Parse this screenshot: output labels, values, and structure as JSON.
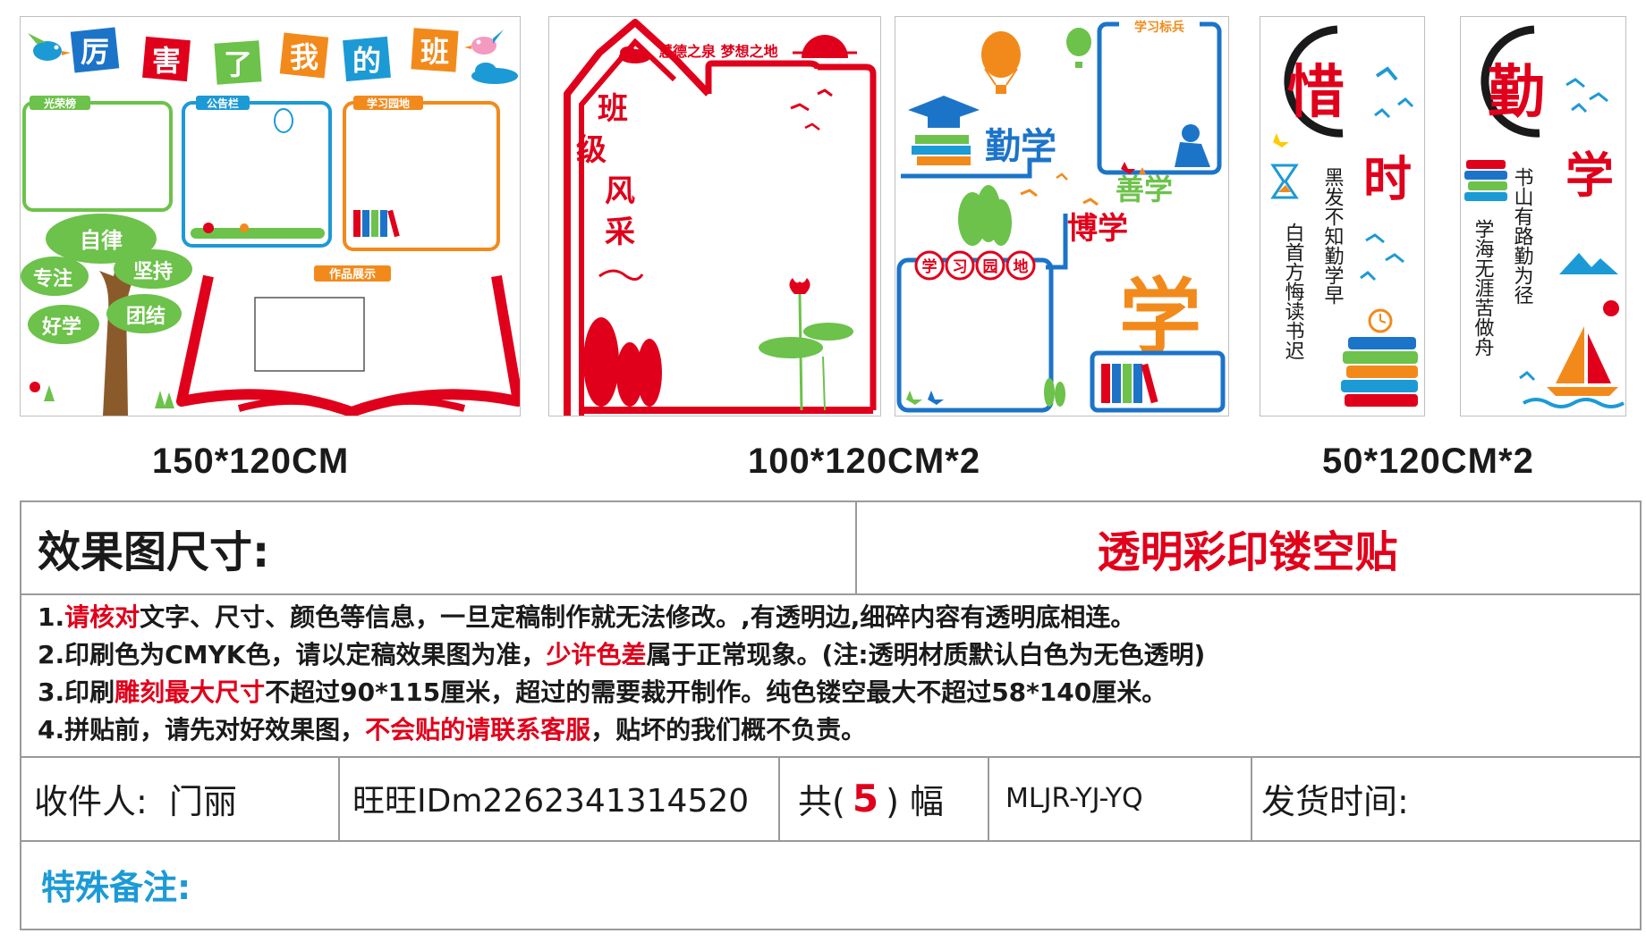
{
  "panels": {
    "p1": {
      "title_chars": [
        "厉",
        "害",
        "了",
        "我",
        "的",
        "班"
      ],
      "box_labels": [
        "光荣榜",
        "公告栏",
        "学习园地"
      ],
      "tree_words": [
        "自律",
        "专注",
        "坚持",
        "团结",
        "好学"
      ],
      "works_label": "作品展示"
    },
    "p2": {
      "header": "慧德之泉 梦想之地",
      "vertical_title": [
        "班",
        "级",
        "风",
        "采"
      ]
    },
    "p3": {
      "qinxue": "勤学",
      "xuexi_biaobing": "学习标兵",
      "shanxue": "善学",
      "boxue": "博学",
      "garden": [
        "学",
        "习",
        "园",
        "地"
      ],
      "xue": "学"
    },
    "p4": {
      "xi": "惜",
      "shi": "时",
      "poem_left": "白首方悔读书迟",
      "poem_right": "黑发不知勤学早"
    },
    "p5": {
      "qin": "勤",
      "xue": "学",
      "poem_left": "学海无涯苦做舟",
      "poem_right": "书山有路勤为径"
    }
  },
  "size_labels": [
    "150*120CM",
    "100*120CM*2",
    "50*120CM*2"
  ],
  "sheet": {
    "effect_title": "效果图尺寸:",
    "material": "透明彩印镂空贴",
    "notes": [
      {
        "pre": "1.",
        "hl": "请核对",
        "post": "文字、尺寸、颜色等信息，一旦定稿制作就无法修改。,有透明边,细碎内容有透明底相连。"
      },
      {
        "pre": "2.印刷色为CMYK色，请以定稿效果图为准，",
        "hl": "少许色差",
        "post": "属于正常现象。(注:透明材质默认白色为无色透明)"
      },
      {
        "pre": "3.印刷",
        "hl": "雕刻最大尺寸",
        "post": "不超过90*115厘米，超过的需要裁开制作。纯色镂空最大不超过58*140厘米。"
      },
      {
        "pre": "4.拼贴前，请先对好效果图，",
        "hl": "不会贴的请联系客服",
        "post": "，贴坏的我们概不负责。"
      }
    ],
    "recipient": "收件人:  门丽",
    "wangwang": "旺旺IDm2262341314520",
    "count_pre": "共(",
    "count_num": "5",
    "count_post": ") 幅",
    "code": "MLJR-YJ-YQ",
    "ship_time": "发货时间:",
    "special_note": "特殊备注:"
  },
  "colors": {
    "red": "#e0001b",
    "blue": "#1c74c9",
    "green": "#6cc24a",
    "orange": "#f28a1b",
    "sky": "#1c9ad6"
  }
}
